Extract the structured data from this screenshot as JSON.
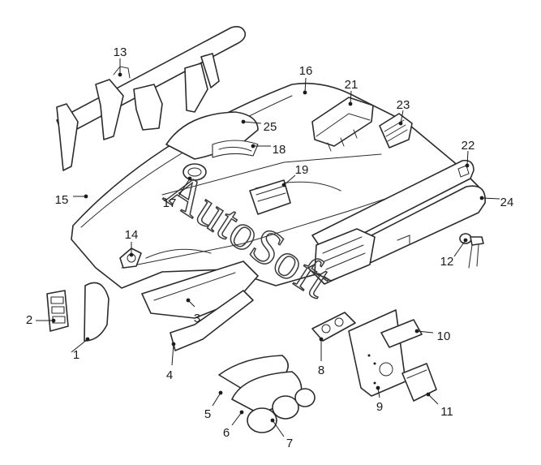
{
  "colors": {
    "line": "#2b2b2b",
    "background": "#ffffff"
  },
  "watermark": {
    "text": "AutoSoft"
  },
  "callouts": [
    {
      "label": "1"
    },
    {
      "label": "2"
    },
    {
      "label": "3"
    },
    {
      "label": "4"
    },
    {
      "label": "5"
    },
    {
      "label": "6"
    },
    {
      "label": "7"
    },
    {
      "label": "8"
    },
    {
      "label": "9"
    },
    {
      "label": "10"
    },
    {
      "label": "11"
    },
    {
      "label": "12"
    },
    {
      "label": "13"
    },
    {
      "label": "14"
    },
    {
      "label": "15"
    },
    {
      "label": "16"
    },
    {
      "label": "17"
    },
    {
      "label": "18"
    },
    {
      "label": "19"
    },
    {
      "label": "21"
    },
    {
      "label": "22"
    },
    {
      "label": "23"
    },
    {
      "label": "24"
    },
    {
      "label": "25"
    }
  ]
}
